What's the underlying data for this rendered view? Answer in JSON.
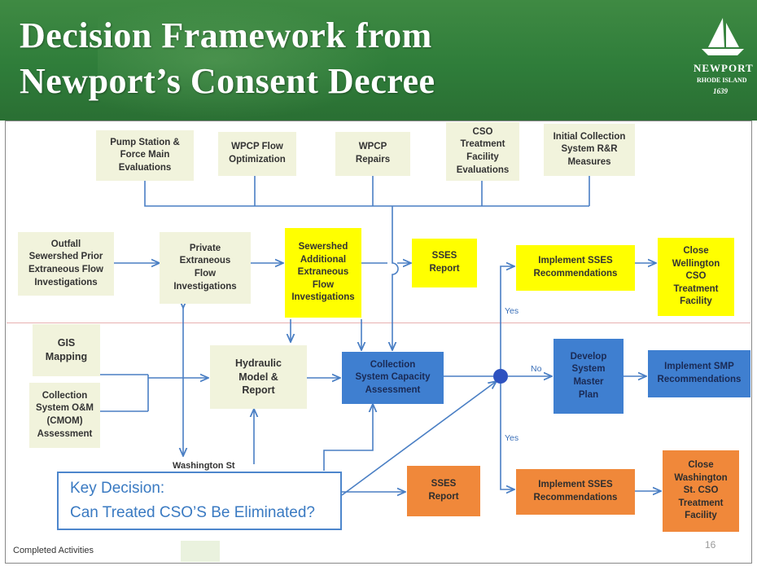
{
  "header": {
    "title_line1": "Decision Framework from",
    "title_line2": "Newport’s Consent Decree",
    "logo_name": "NEWPORT",
    "logo_sub": "RHODE ISLAND",
    "logo_year": "1639",
    "banner_color": "#2f7d3a"
  },
  "top_row": [
    {
      "text": "Pump Station &\nForce Main\nEvaluations"
    },
    {
      "text": "WPCP Flow\nOptimization"
    },
    {
      "text": "WPCP\nRepairs"
    },
    {
      "text": "CSO\nTreatment\nFacility\nEvaluations"
    },
    {
      "text": "Initial Collection\nSystem R&R\nMeasures"
    }
  ],
  "nodes": {
    "outfall": "Outfall\nSewershed Prior\nExtraneous Flow\nInvestigations",
    "private": "Private\nExtraneous\nFlow\nInvestigations",
    "sewershed": "Sewershed\nAdditional\nExtraneous\nFlow\nInvestigations",
    "sses_report_top": "SSES\nReport",
    "implement_sses_top": "Implement SSES\nRecommendations",
    "close_wellington": "Close\nWellington\nCSO\nTreatment\nFacility",
    "gis": "GIS\nMapping",
    "cmom": "Collection\nSystem O&M\n(CMOM)\nAssessment",
    "hydraulic": "Hydraulic\nModel &\nReport",
    "capacity": "Collection\nSystem Capacity\nAssessment",
    "develop_smp": "Develop\nSystem\nMaster\nPlan",
    "implement_smp": "Implement SMP\nRecommendations",
    "washington_partial": "Washington St",
    "sses_report_bottom": "SSES\nReport",
    "implement_sses_bottom": "Implement SSES\nRecommendations",
    "close_washington": "Close\nWashington\nSt. CSO\nTreatment\nFacility"
  },
  "edge_labels": {
    "yes_top": "Yes",
    "no": "No",
    "yes_bottom": "Yes"
  },
  "key_decision": {
    "line1": "Key Decision:",
    "line2": "Can Treated CSO’S Be Eliminated?"
  },
  "legend": {
    "label": "Completed Activities",
    "swatch_color": "#eaf2de"
  },
  "page_number": "16",
  "colors": {
    "completed": "#f1f3dc",
    "yellow": "#ffff00",
    "blue": "#3f7fd0",
    "orange": "#f0883a",
    "line": "#4a7fc4"
  }
}
